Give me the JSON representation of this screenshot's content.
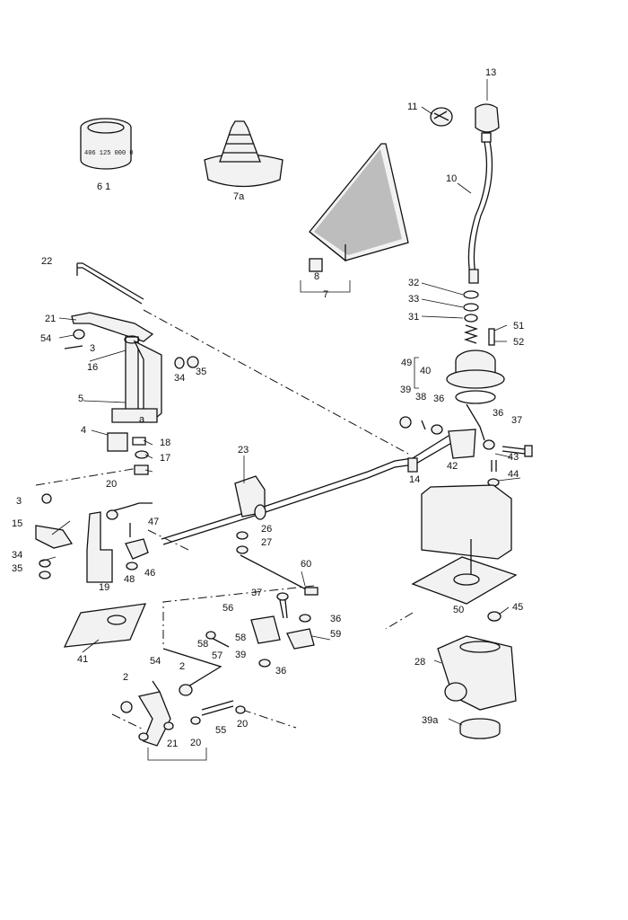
{
  "colors": {
    "ink": "#111111",
    "paper": "#ffffff",
    "fill": "#f2f2f2"
  },
  "gear_label_text": "406 125 000 0",
  "callouts": [
    {
      "id": "c13",
      "text": "13"
    },
    {
      "id": "c11",
      "text": "11"
    },
    {
      "id": "c10",
      "text": "10"
    },
    {
      "id": "c61",
      "text": "6 1"
    },
    {
      "id": "c7a",
      "text": "7a"
    },
    {
      "id": "c8",
      "text": "8"
    },
    {
      "id": "c7",
      "text": "7"
    },
    {
      "id": "c22",
      "text": "22"
    },
    {
      "id": "c32",
      "text": "32"
    },
    {
      "id": "c33",
      "text": "33"
    },
    {
      "id": "c31",
      "text": "31"
    },
    {
      "id": "c51",
      "text": "51"
    },
    {
      "id": "c52",
      "text": "52"
    },
    {
      "id": "c21a",
      "text": "21"
    },
    {
      "id": "c54a",
      "text": "54"
    },
    {
      "id": "c3a",
      "text": "3"
    },
    {
      "id": "c16",
      "text": "16"
    },
    {
      "id": "c34a",
      "text": "34"
    },
    {
      "id": "c35a",
      "text": "35"
    },
    {
      "id": "c49",
      "text": "49"
    },
    {
      "id": "c40",
      "text": "40"
    },
    {
      "id": "c39a",
      "text": "39"
    },
    {
      "id": "c36a",
      "text": "36"
    },
    {
      "id": "c38a",
      "text": "38"
    },
    {
      "id": "c36b",
      "text": "36"
    },
    {
      "id": "c37a",
      "text": "37"
    },
    {
      "id": "c5",
      "text": "5"
    },
    {
      "id": "c4",
      "text": "4"
    },
    {
      "id": "ca",
      "text": "a"
    },
    {
      "id": "c18",
      "text": "18"
    },
    {
      "id": "c17",
      "text": "17"
    },
    {
      "id": "c23",
      "text": "23"
    },
    {
      "id": "c42",
      "text": "42"
    },
    {
      "id": "c43",
      "text": "43"
    },
    {
      "id": "c44",
      "text": "44"
    },
    {
      "id": "c14",
      "text": "14"
    },
    {
      "id": "c3b",
      "text": "3"
    },
    {
      "id": "c20a",
      "text": "20"
    },
    {
      "id": "c15",
      "text": "15"
    },
    {
      "id": "c47",
      "text": "47"
    },
    {
      "id": "c26",
      "text": "26"
    },
    {
      "id": "c27",
      "text": "27"
    },
    {
      "id": "c34b",
      "text": "34"
    },
    {
      "id": "c35b",
      "text": "35"
    },
    {
      "id": "c48",
      "text": "48"
    },
    {
      "id": "c46",
      "text": "46"
    },
    {
      "id": "c19",
      "text": "19"
    },
    {
      "id": "c60",
      "text": "60"
    },
    {
      "id": "c50",
      "text": "50"
    },
    {
      "id": "c45",
      "text": "45"
    },
    {
      "id": "c37b",
      "text": "37"
    },
    {
      "id": "c56",
      "text": "56"
    },
    {
      "id": "c36c",
      "text": "36"
    },
    {
      "id": "c58",
      "text": "58"
    },
    {
      "id": "c59",
      "text": "59"
    },
    {
      "id": "c58b",
      "text": "58"
    },
    {
      "id": "c57",
      "text": "57"
    },
    {
      "id": "c39b",
      "text": "39"
    },
    {
      "id": "c36d",
      "text": "36"
    },
    {
      "id": "c41",
      "text": "41"
    },
    {
      "id": "c28",
      "text": "28"
    },
    {
      "id": "c2a",
      "text": "2"
    },
    {
      "id": "c54b",
      "text": "54"
    },
    {
      "id": "c2b",
      "text": "2"
    },
    {
      "id": "c55",
      "text": "55"
    },
    {
      "id": "c20b",
      "text": "20"
    },
    {
      "id": "c21b",
      "text": "21"
    },
    {
      "id": "c20c",
      "text": "20"
    },
    {
      "id": "c39c",
      "text": "39a"
    }
  ]
}
